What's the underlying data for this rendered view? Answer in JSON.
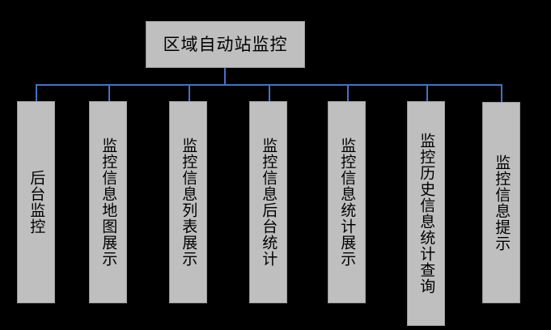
{
  "diagram": {
    "title": "区域自动站监控",
    "background_color": "#000000",
    "node_fill_color": "#bfbfbf",
    "node_border_color": "#9a9a9a",
    "connector_color": "#4472c4",
    "text_color": "#000000",
    "root": {
      "label": "区域自动站监控",
      "orientation": "horizontal"
    },
    "children": [
      {
        "label": "后台监控",
        "orientation": "vertical"
      },
      {
        "label": "监控信息地图展示",
        "orientation": "vertical"
      },
      {
        "label": "监控信息列表展示",
        "orientation": "vertical"
      },
      {
        "label": "监控信息后台统计",
        "orientation": "vertical"
      },
      {
        "label": "监控信息统计展示",
        "orientation": "vertical"
      },
      {
        "label": "监控历史信息统计查询",
        "orientation": "vertical"
      },
      {
        "label": "监控信息提示",
        "orientation": "vertical"
      }
    ]
  }
}
